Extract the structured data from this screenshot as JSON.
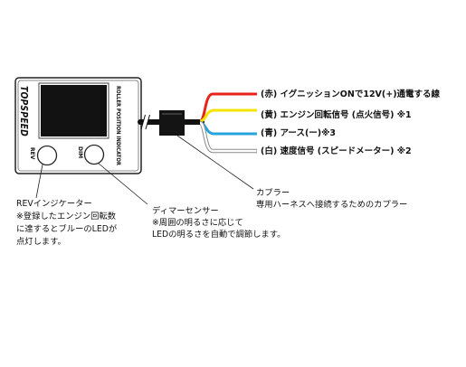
{
  "device": {
    "brand_logo": "TOPSPEED",
    "model_label": "ROLLER POSITION INDICATOR",
    "rev_button_label": "REV",
    "dim_button_label": "DIM"
  },
  "wires": [
    {
      "label": "(赤) イグニッションONで12V(+)通電する線",
      "color": "#e8231a"
    },
    {
      "label": "(黄) エンジン回転信号 (点火信号) ※1",
      "color": "#f5e400"
    },
    {
      "label": "(青) アース(ー)※3",
      "color": "#27a3dc"
    },
    {
      "label": "(白) 速度信号 (スピードメーター) ※2",
      "color": "#ffffff"
    }
  ],
  "callouts": {
    "rev": {
      "lines": [
        "REVインジケーター",
        "※登録したエンジン回転数",
        "に達するとブルーのLEDが",
        "点灯します。"
      ]
    },
    "dim": {
      "lines": [
        "ディマーセンサー",
        "※周囲の明るさに応じて",
        "LEDの明るさを自動で調節します。"
      ]
    },
    "coupler": {
      "lines": [
        "カプラー",
        "専用ハーネスへ接続するためのカプラー"
      ]
    }
  }
}
